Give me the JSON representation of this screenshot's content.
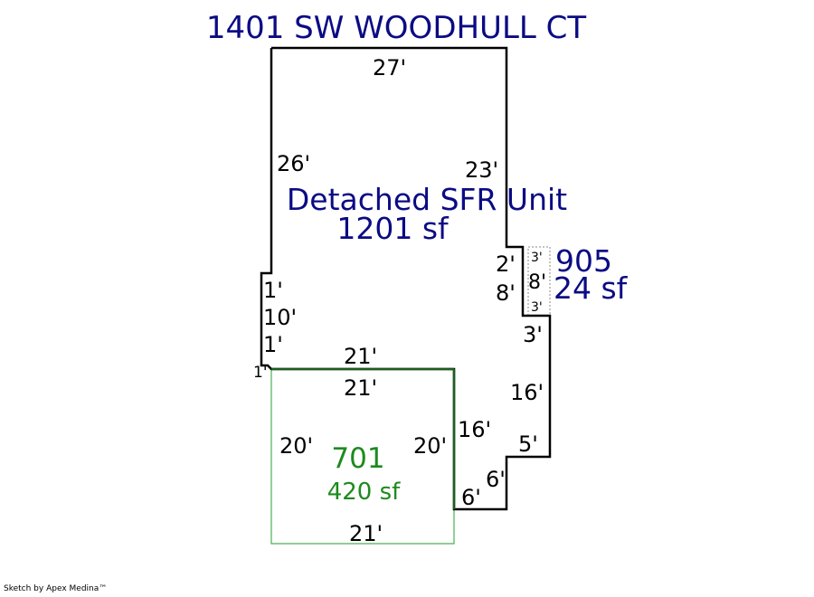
{
  "title": "1401 SW WOODHULL CT",
  "areas": {
    "main": {
      "name": "Detached SFR Unit",
      "size": "1201 sf",
      "color": "#0b0b84"
    },
    "bump": {
      "code": "905",
      "size": "24 sf",
      "color": "#0b0b84"
    },
    "garage": {
      "code": "701",
      "size": "420 sf",
      "color": "#1e8a1e"
    }
  },
  "dimensions": {
    "main_top": "27'",
    "main_left": "26'",
    "main_right": "23'",
    "step_a": "1'",
    "step_b": "10'",
    "step_c": "1'",
    "step_d": "1'",
    "notch_a": "2'",
    "notch_b": "8'",
    "bump_top": "3'",
    "bump_mid": "8'",
    "bump_bot": "3'",
    "right_jog": "3'",
    "right_long": "16'",
    "right_inner": "16'",
    "right_jog2": "5'",
    "corner_a": "6'",
    "corner_b": "6'",
    "divider_top": "21'",
    "garage_top": "21'",
    "garage_left": "20'",
    "garage_right": "20'",
    "garage_bottom": "21'"
  },
  "credit": "Sketch by Apex Medina™"
}
